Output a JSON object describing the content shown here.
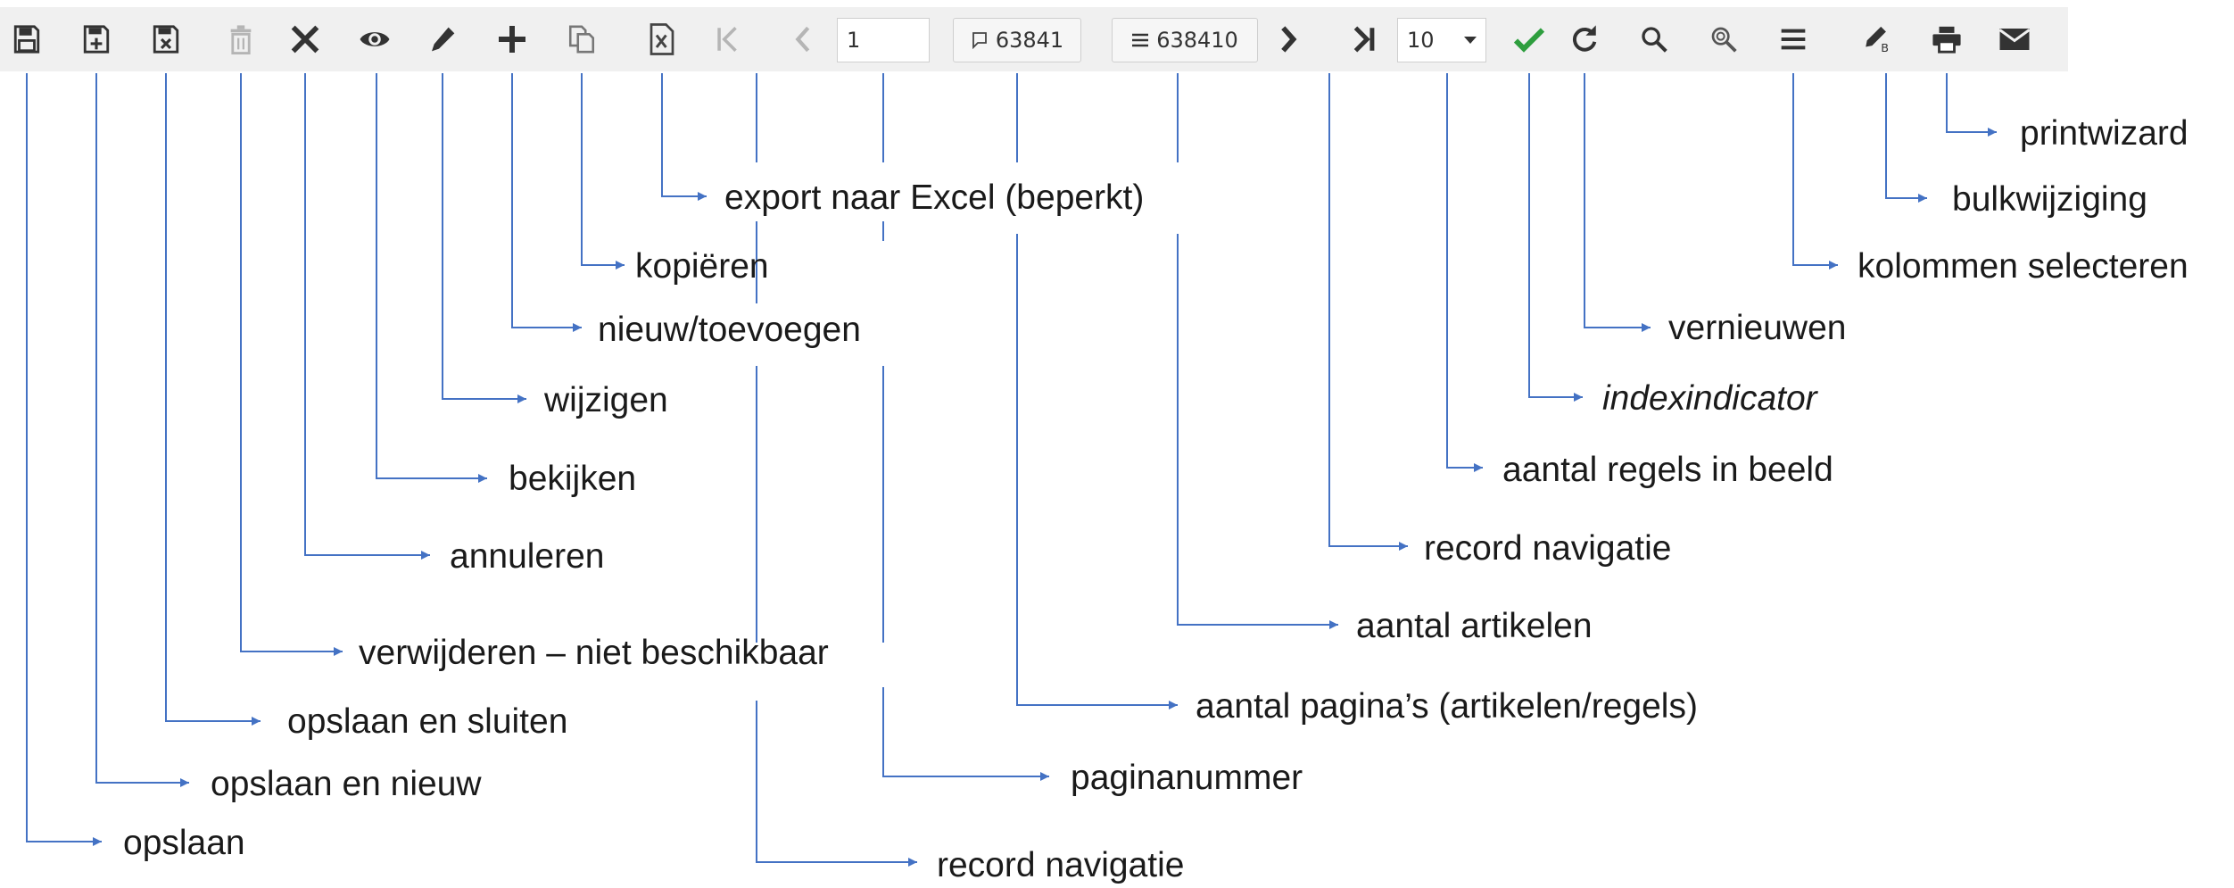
{
  "toolbar": {
    "page_number": "1",
    "pages_count": "63841",
    "articles_count": "638410",
    "rows_selected": "10"
  },
  "colors": {
    "line": "#4472c4",
    "toolbar_bg": "#f0f0f0",
    "icon": "#333333",
    "check": "#2e9e3e",
    "disabled": "#b5b5b5"
  },
  "annotations": [
    {
      "label": "opslaan",
      "italic": false
    },
    {
      "label": "opslaan en nieuw",
      "italic": false
    },
    {
      "label": "opslaan en sluiten",
      "italic": false
    },
    {
      "label": "verwijderen – niet beschikbaar",
      "italic": false
    },
    {
      "label": "annuleren",
      "italic": false
    },
    {
      "label": "bekijken",
      "italic": false
    },
    {
      "label": "wijzigen",
      "italic": false
    },
    {
      "label": "nieuw/toevoegen",
      "italic": false
    },
    {
      "label": "kopiëren",
      "italic": false
    },
    {
      "label": "export naar Excel (beperkt)",
      "italic": false
    },
    {
      "label": "record navigatie",
      "italic": false
    },
    {
      "label": "paginanummer",
      "italic": false
    },
    {
      "label": "aantal pagina’s (artikelen/regels)",
      "italic": false
    },
    {
      "label": "aantal artikelen",
      "italic": false
    },
    {
      "label": "record navigatie",
      "italic": false
    },
    {
      "label": "aantal regels in beeld",
      "italic": false
    },
    {
      "label": "indexindicator",
      "italic": true
    },
    {
      "label": "vernieuwen",
      "italic": false
    },
    {
      "label": "kolommen selecteren",
      "italic": false
    },
    {
      "label": "bulkwijziging",
      "italic": false
    },
    {
      "label": "printwizard",
      "italic": false
    }
  ]
}
